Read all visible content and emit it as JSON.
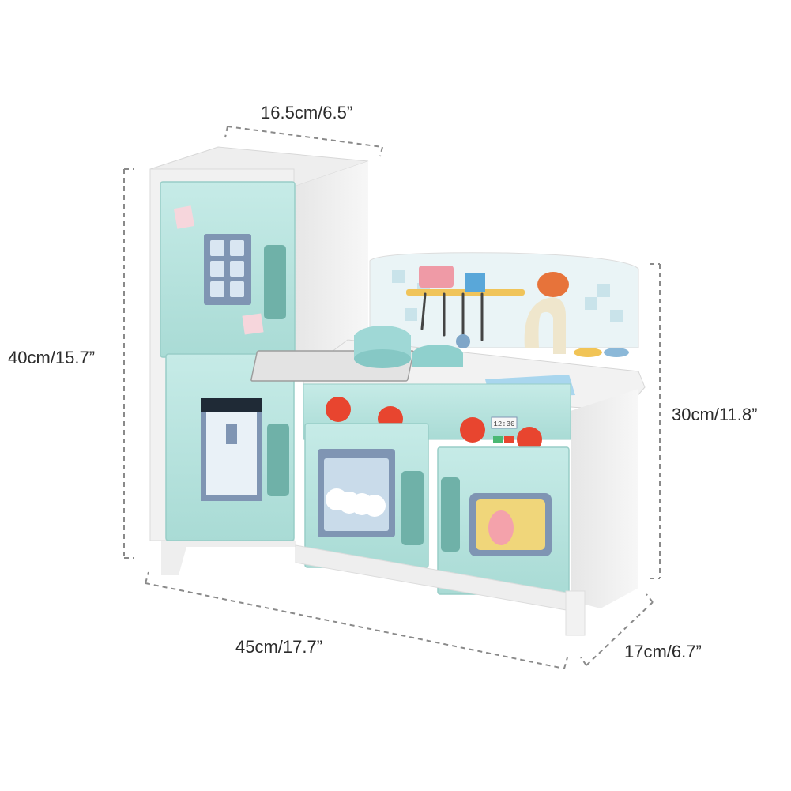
{
  "product": {
    "image": "toy-wooden-kitchen-mint-white",
    "colors": {
      "mint": "#b9e3df",
      "mint_dark": "#96ccc6",
      "handle": "#6fb1a8",
      "frame_white": "#f2f2f2",
      "frame_shadow": "#dcdcdc",
      "knob_red": "#e8452f",
      "panel_blue": "#7f95b3",
      "dash_gray": "#8a8a8a"
    }
  },
  "dimensions": {
    "top_width": "16.5cm/6.5”",
    "fridge_height": "40cm/15.7”",
    "stove_height": "30cm/11.8”",
    "total_width": "45cm/17.7”",
    "depth": "17cm/6.7”"
  },
  "clock_display": "12:30"
}
